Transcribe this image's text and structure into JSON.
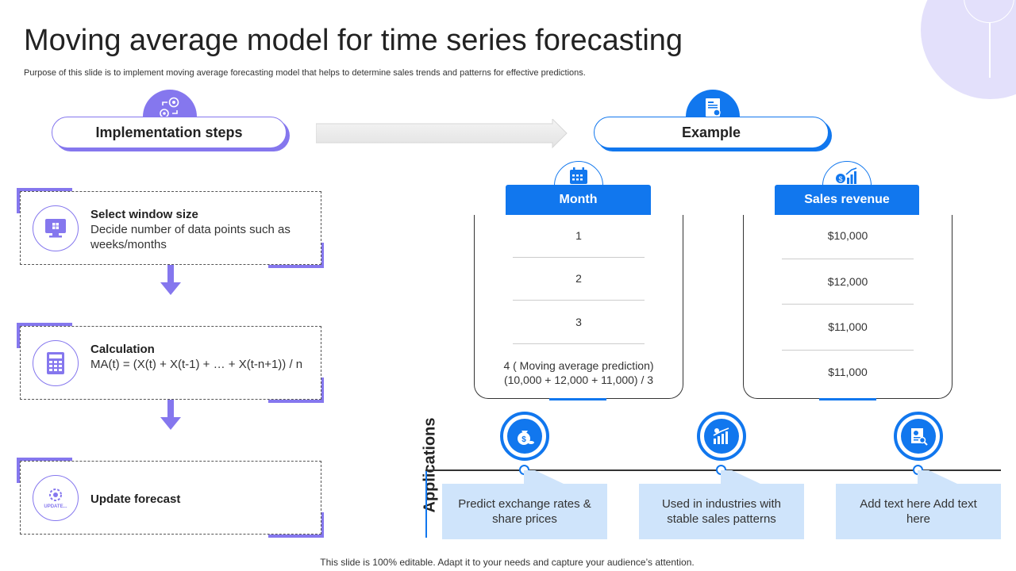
{
  "title": "Moving average model for time series forecasting",
  "subtitle": "Purpose of this slide is to implement moving average forecasting model that helps to determine sales trends and patterns for effective predictions.",
  "headers": {
    "left": "Implementation steps",
    "right": "Example"
  },
  "steps": [
    {
      "title": "Select window size",
      "desc": "Decide number of data points such as weeks/months",
      "icon": "monitor-icon"
    },
    {
      "title": "Calculation",
      "desc": "MA(t) = (X(t) + X(t-1) + … + X(t-n+1)) / n",
      "icon": "calculator-icon"
    },
    {
      "title": "Update forecast",
      "desc": "",
      "icon": "update-gear-icon",
      "icon_text": "UPDATE..."
    }
  ],
  "month_table": {
    "header": "Month",
    "rows": [
      "1",
      "2",
      "3"
    ],
    "prediction_line1": "4 ( Moving average prediction)",
    "prediction_line2": "(10,000 + 12,000 + 11,000) / 3"
  },
  "sales_table": {
    "header": "Sales revenue",
    "rows": [
      "$10,000",
      "$12,000",
      "$11,000",
      "$11,000"
    ]
  },
  "applications": {
    "label": "Applications",
    "items": [
      {
        "text": "Predict exchange rates & share prices",
        "icon": "money-bag-icon"
      },
      {
        "text": "Used in industries with stable sales patterns",
        "icon": "growth-chart-icon"
      },
      {
        "text": "Add text here Add text here",
        "icon": "report-search-icon"
      }
    ]
  },
  "footer": "This slide is 100% editable. Adapt it to your needs and capture your audience’s attention.",
  "colors": {
    "purple": "#8577ee",
    "blue": "#1177ee",
    "light_blue": "#cfe4fb"
  }
}
